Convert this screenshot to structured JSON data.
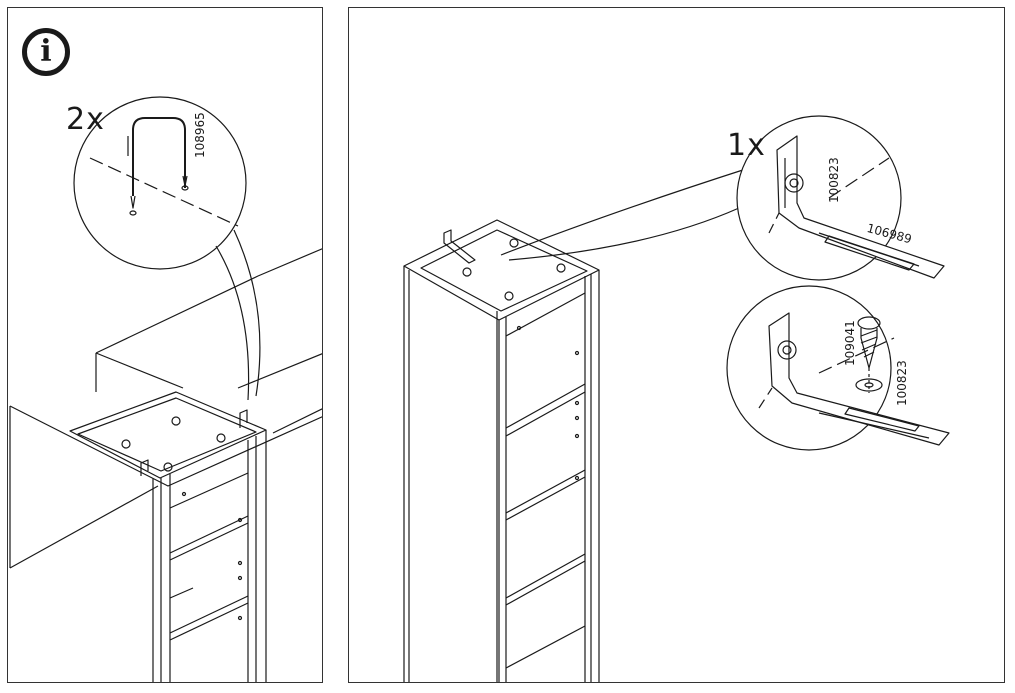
{
  "left_panel": {
    "info_icon_glyph": "i",
    "quantity": "2x",
    "part_code": "108965"
  },
  "right_panel": {
    "quantity": "1x",
    "part_codes": {
      "bracket_top_a": "100823",
      "bracket_top_b": "106989",
      "screw": "109041",
      "bracket_bottom": "100823"
    }
  },
  "colors": {
    "line": "#1a1a1a",
    "background": "#ffffff"
  }
}
